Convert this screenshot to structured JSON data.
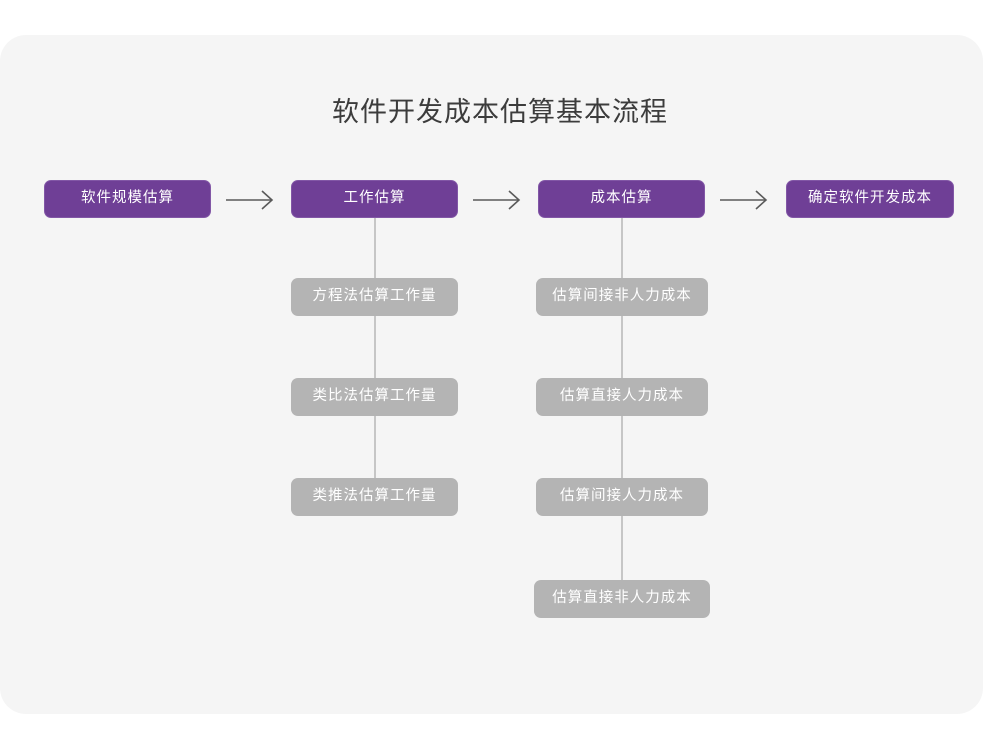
{
  "title": "软件开发成本估算基本流程",
  "colors": {
    "card_background": "#f5f5f5",
    "page_background": "#ffffff",
    "primary_node": "#6f3f96",
    "secondary_node": "#b4b4b4",
    "connector_line": "#c6c6c6",
    "title_text": "#3c3c3c",
    "node_text": "#ffffff"
  },
  "diagram": {
    "type": "flowchart",
    "direction": "left-to-right with vertical sub-branches",
    "main_steps": [
      {
        "id": "step-1",
        "label": "软件规模估算"
      },
      {
        "id": "step-2",
        "label": "工作估算"
      },
      {
        "id": "step-3",
        "label": "成本估算"
      },
      {
        "id": "step-4",
        "label": "确定软件开发成本"
      }
    ],
    "arrows": [
      {
        "id": "arrow-1",
        "glyph": "right-arrow-icon",
        "from": "step-1",
        "to": "step-2"
      },
      {
        "id": "arrow-2",
        "glyph": "right-arrow-icon",
        "from": "step-2",
        "to": "step-3"
      },
      {
        "id": "arrow-3",
        "glyph": "right-arrow-icon",
        "from": "step-3",
        "to": "step-4"
      }
    ],
    "branches": [
      {
        "id": "branch-work-estimation",
        "parent": "step-2",
        "parent_label": "工作估算",
        "items": [
          {
            "id": "work-1",
            "label": "方程法估算工作量"
          },
          {
            "id": "work-2",
            "label": "类比法估算工作量"
          },
          {
            "id": "work-3",
            "label": "类推法估算工作量"
          }
        ]
      },
      {
        "id": "branch-cost-estimation",
        "parent": "step-3",
        "parent_label": "成本估算",
        "items": [
          {
            "id": "cost-1",
            "label": "估算间接非人力成本"
          },
          {
            "id": "cost-2",
            "label": "估算直接人力成本"
          },
          {
            "id": "cost-3",
            "label": "估算间接人力成本"
          },
          {
            "id": "cost-4",
            "label": "估算直接非人力成本"
          }
        ]
      }
    ]
  }
}
